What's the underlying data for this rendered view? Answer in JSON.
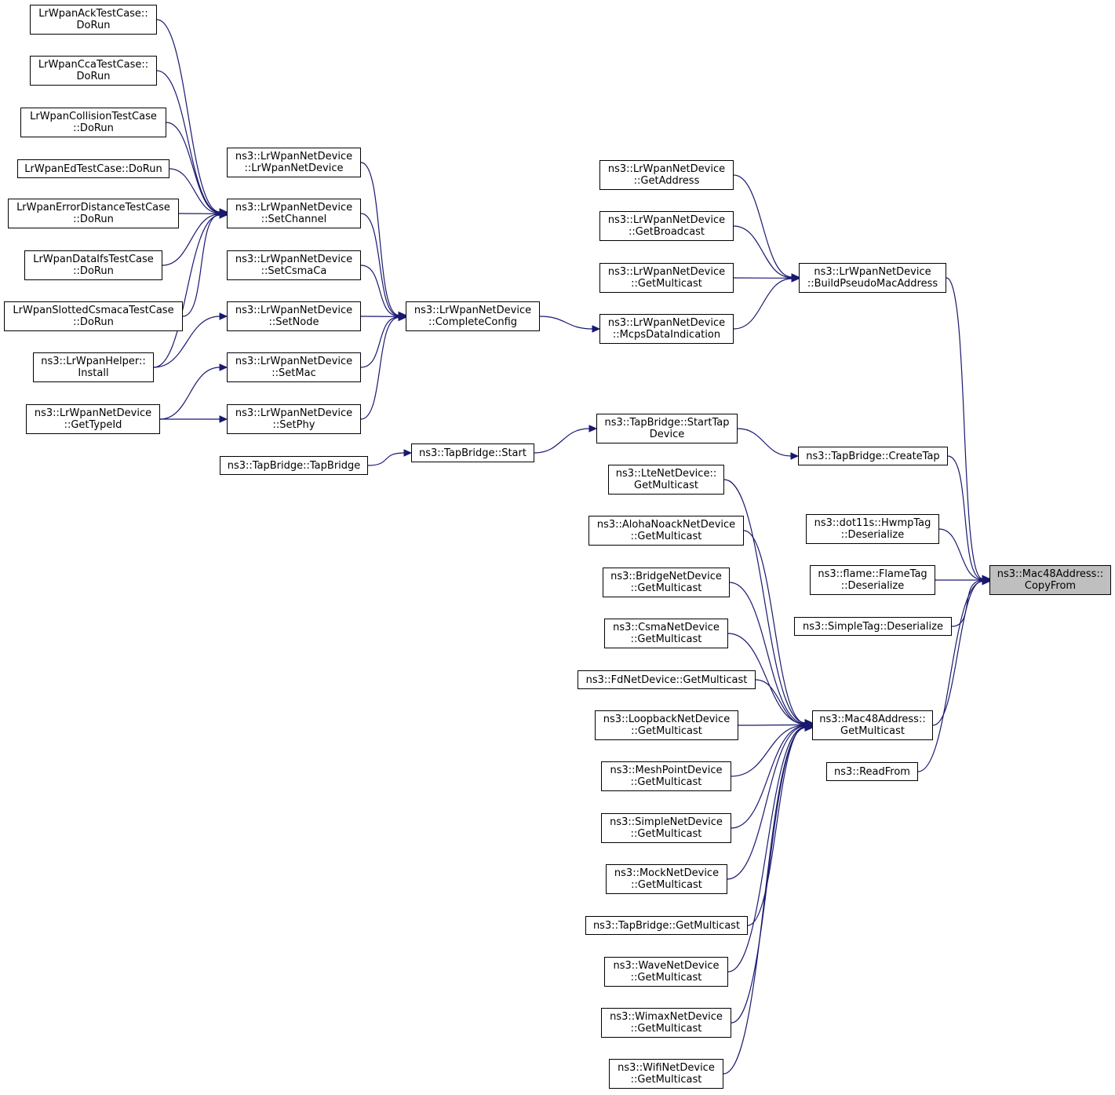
{
  "colors": {
    "edge": "#191970",
    "node_border": "#000000",
    "node_fill": "#ffffff",
    "selected_fill": "#bfbfbf"
  },
  "nodes": {
    "ack": {
      "lines": [
        "LrWpanAckTestCase::",
        "DoRun"
      ]
    },
    "cca": {
      "lines": [
        "LrWpanCcaTestCase::",
        "DoRun"
      ]
    },
    "collision": {
      "lines": [
        "LrWpanCollisionTestCase",
        "::DoRun"
      ]
    },
    "ed": {
      "lines": [
        "LrWpanEdTestCase::DoRun"
      ]
    },
    "errdist": {
      "lines": [
        "LrWpanErrorDistanceTestCase",
        "::DoRun"
      ]
    },
    "ifs": {
      "lines": [
        "LrWpanDataIfsTestCase",
        "::DoRun"
      ]
    },
    "slotted": {
      "lines": [
        "LrWpanSlottedCsmacaTestCase",
        "::DoRun"
      ]
    },
    "helper": {
      "lines": [
        "ns3::LrWpanHelper::",
        "Install"
      ]
    },
    "typeid": {
      "lines": [
        "ns3::LrWpanNetDevice",
        "::GetTypeId"
      ]
    },
    "ctor": {
      "lines": [
        "ns3::LrWpanNetDevice",
        "::LrWpanNetDevice"
      ]
    },
    "setchannel": {
      "lines": [
        "ns3::LrWpanNetDevice",
        "::SetChannel"
      ]
    },
    "setcsma": {
      "lines": [
        "ns3::LrWpanNetDevice",
        "::SetCsmaCa"
      ]
    },
    "setnode": {
      "lines": [
        "ns3::LrWpanNetDevice",
        "::SetNode"
      ]
    },
    "setmac": {
      "lines": [
        "ns3::LrWpanNetDevice",
        "::SetMac"
      ]
    },
    "setphy": {
      "lines": [
        "ns3::LrWpanNetDevice",
        "::SetPhy"
      ]
    },
    "tapctor": {
      "lines": [
        "ns3::TapBridge::TapBridge"
      ]
    },
    "complete": {
      "lines": [
        "ns3::LrWpanNetDevice",
        "::CompleteConfig"
      ]
    },
    "tapstart": {
      "lines": [
        "ns3::TapBridge::Start"
      ]
    },
    "getaddress": {
      "lines": [
        "ns3::LrWpanNetDevice",
        "::GetAddress"
      ]
    },
    "getbcast": {
      "lines": [
        "ns3::LrWpanNetDevice",
        "::GetBroadcast"
      ]
    },
    "getmcast": {
      "lines": [
        "ns3::LrWpanNetDevice",
        "::GetMulticast"
      ]
    },
    "mcps": {
      "lines": [
        "ns3::LrWpanNetDevice",
        "::McpsDataIndication"
      ]
    },
    "starttap": {
      "lines": [
        "ns3::TapBridge::StartTap",
        "Device"
      ]
    },
    "lte": {
      "lines": [
        "ns3::LteNetDevice::",
        "GetMulticast"
      ]
    },
    "aloha": {
      "lines": [
        "ns3::AlohaNoackNetDevice",
        "::GetMulticast"
      ]
    },
    "bridge": {
      "lines": [
        "ns3::BridgeNetDevice",
        "::GetMulticast"
      ]
    },
    "csma": {
      "lines": [
        "ns3::CsmaNetDevice",
        "::GetMulticast"
      ]
    },
    "fd": {
      "lines": [
        "ns3::FdNetDevice::GetMulticast"
      ]
    },
    "loopback": {
      "lines": [
        "ns3::LoopbackNetDevice",
        "::GetMulticast"
      ]
    },
    "mesh": {
      "lines": [
        "ns3::MeshPointDevice",
        "::GetMulticast"
      ]
    },
    "simple": {
      "lines": [
        "ns3::SimpleNetDevice",
        "::GetMulticast"
      ]
    },
    "mock": {
      "lines": [
        "ns3::MockNetDevice",
        "::GetMulticast"
      ]
    },
    "tapmcast": {
      "lines": [
        "ns3::TapBridge::GetMulticast"
      ]
    },
    "wave": {
      "lines": [
        "ns3::WaveNetDevice",
        "::GetMulticast"
      ]
    },
    "wimax": {
      "lines": [
        "ns3::WimaxNetDevice",
        "::GetMulticast"
      ]
    },
    "wifi": {
      "lines": [
        "ns3::WifiNetDevice",
        "::GetMulticast"
      ]
    },
    "buildpseudo": {
      "lines": [
        "ns3::LrWpanNetDevice",
        "::BuildPseudoMacAddress"
      ]
    },
    "createtap": {
      "lines": [
        "ns3::TapBridge::CreateTap"
      ]
    },
    "hwmp": {
      "lines": [
        "ns3::dot11s::HwmpTag",
        "::Deserialize"
      ]
    },
    "flame": {
      "lines": [
        "ns3::flame::FlameTag",
        "::Deserialize"
      ]
    },
    "simpletag": {
      "lines": [
        "ns3::SimpleTag::Deserialize"
      ]
    },
    "mac48mcast": {
      "lines": [
        "ns3::Mac48Address::",
        "GetMulticast"
      ]
    },
    "readfrom": {
      "lines": [
        "ns3::ReadFrom"
      ]
    },
    "copyfrom": {
      "lines": [
        "ns3::Mac48Address::",
        "CopyFrom"
      ],
      "selected": true
    }
  },
  "edges": [
    [
      "ack",
      "setchannel"
    ],
    [
      "cca",
      "setchannel"
    ],
    [
      "collision",
      "setchannel"
    ],
    [
      "ed",
      "setchannel"
    ],
    [
      "errdist",
      "setchannel"
    ],
    [
      "ifs",
      "setchannel"
    ],
    [
      "slotted",
      "setchannel"
    ],
    [
      "helper",
      "setchannel"
    ],
    [
      "helper",
      "setnode"
    ],
    [
      "typeid",
      "setmac"
    ],
    [
      "typeid",
      "setphy"
    ],
    [
      "ctor",
      "complete"
    ],
    [
      "setchannel",
      "complete"
    ],
    [
      "setcsma",
      "complete"
    ],
    [
      "setnode",
      "complete"
    ],
    [
      "setmac",
      "complete"
    ],
    [
      "setphy",
      "complete"
    ],
    [
      "complete",
      "mcps"
    ],
    [
      "tapctor",
      "tapstart"
    ],
    [
      "tapstart",
      "starttap"
    ],
    [
      "getaddress",
      "buildpseudo"
    ],
    [
      "getbcast",
      "buildpseudo"
    ],
    [
      "getmcast",
      "buildpseudo"
    ],
    [
      "mcps",
      "buildpseudo"
    ],
    [
      "starttap",
      "createtap"
    ],
    [
      "buildpseudo",
      "copyfrom"
    ],
    [
      "createtap",
      "copyfrom"
    ],
    [
      "hwmp",
      "copyfrom"
    ],
    [
      "flame",
      "copyfrom"
    ],
    [
      "simpletag",
      "copyfrom"
    ],
    [
      "mac48mcast",
      "copyfrom"
    ],
    [
      "readfrom",
      "copyfrom"
    ],
    [
      "lte",
      "mac48mcast"
    ],
    [
      "aloha",
      "mac48mcast"
    ],
    [
      "bridge",
      "mac48mcast"
    ],
    [
      "csma",
      "mac48mcast"
    ],
    [
      "fd",
      "mac48mcast"
    ],
    [
      "loopback",
      "mac48mcast"
    ],
    [
      "mesh",
      "mac48mcast"
    ],
    [
      "simple",
      "mac48mcast"
    ],
    [
      "mock",
      "mac48mcast"
    ],
    [
      "tapmcast",
      "mac48mcast"
    ],
    [
      "wave",
      "mac48mcast"
    ],
    [
      "wimax",
      "mac48mcast"
    ],
    [
      "wifi",
      "mac48mcast"
    ]
  ]
}
